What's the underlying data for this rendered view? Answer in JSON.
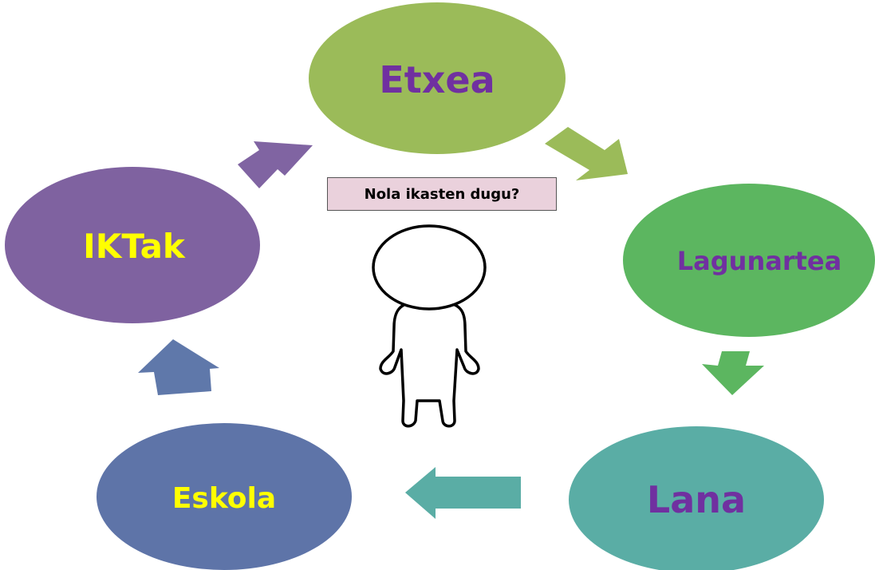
{
  "nodes": [
    {
      "id": "etxea",
      "label": "Etxea",
      "fill": "#9bbb59",
      "text_color": "#7030a0"
    },
    {
      "id": "lagunartea",
      "label": "Lagunartea",
      "fill": "#5cb660",
      "text_color": "#7030a0"
    },
    {
      "id": "lana",
      "label": "Lana",
      "fill": "#5aada5",
      "text_color": "#7030a0"
    },
    {
      "id": "eskola",
      "label": "Eskola",
      "fill": "#5e74a8",
      "text_color": "#ffff00"
    },
    {
      "id": "iktak",
      "label": "IKTak",
      "fill": "#7f62a0",
      "text_color": "#ffff00"
    }
  ],
  "arrows": [
    {
      "from": "iktak",
      "to": "etxea",
      "color": "#8064a2"
    },
    {
      "from": "etxea",
      "to": "lagunartea",
      "color": "#9bbb59"
    },
    {
      "from": "lagunartea",
      "to": "lana",
      "color": "#5cb660"
    },
    {
      "from": "lana",
      "to": "eskola",
      "color": "#5aada5"
    },
    {
      "from": "eskola",
      "to": "iktak",
      "color": "#5f78aa"
    }
  ],
  "center": {
    "question": "Nola ikasten dugu?",
    "question_bg": "#ead1dc",
    "figure": "person-outline-icon"
  }
}
